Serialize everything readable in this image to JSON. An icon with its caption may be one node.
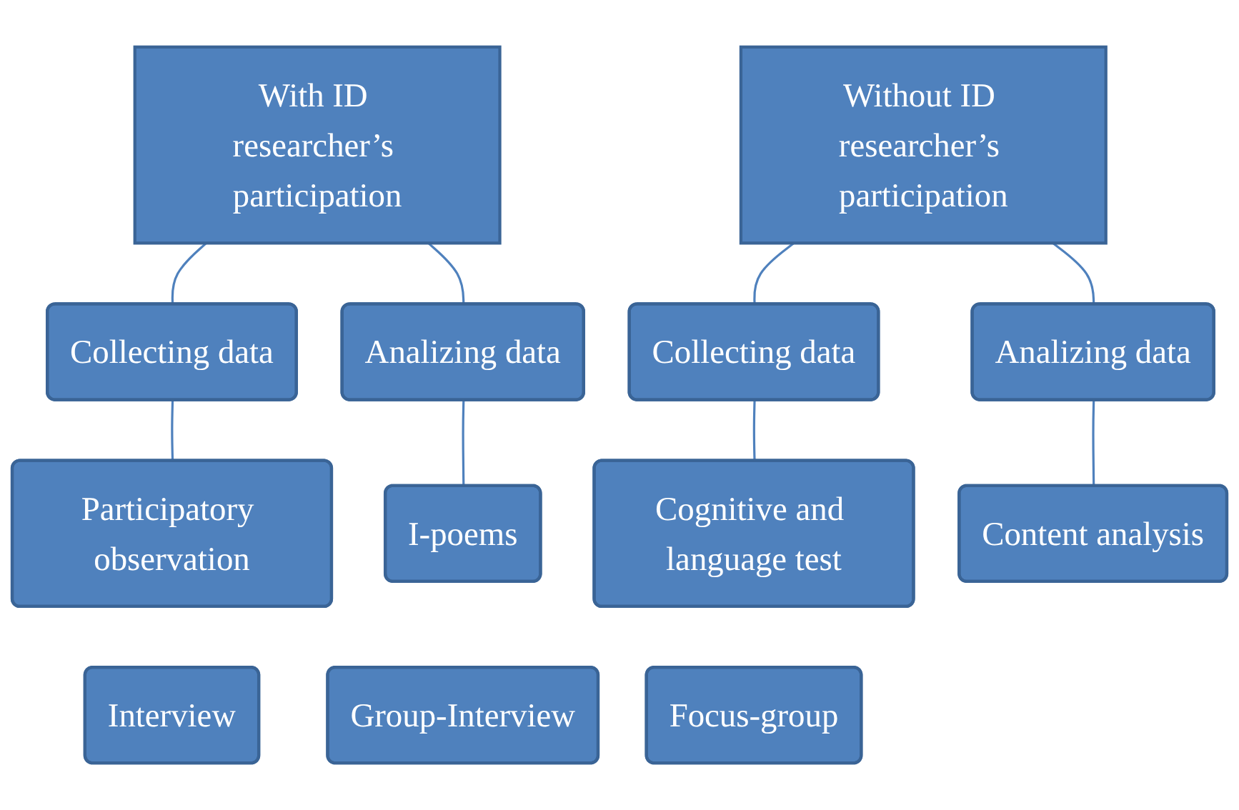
{
  "diagram": {
    "nodes": [
      {
        "text": [
          "With ID researcher’s participation"
        ]
      },
      {
        "text": [
          "Collecting data"
        ]
      },
      {
        "text": [
          "Analizing data"
        ]
      },
      {
        "text": [
          "Participatory observation"
        ]
      },
      {
        "text": [
          "I-poems"
        ]
      },
      {
        "text": [
          "Interview"
        ]
      },
      {
        "text": [
          "Group-Interview"
        ]
      },
      {
        "text": [
          "Without ID researcher’s participation"
        ]
      },
      {
        "text": [
          "Collecting data"
        ]
      },
      {
        "text": [
          "Analizing data"
        ]
      },
      {
        "text": [
          "Cognitive and language test"
        ]
      },
      {
        "text": [
          "Content analysis"
        ]
      },
      {
        "text": [
          "Focus-group"
        ]
      }
    ],
    "edges": [
      {
        "from": 0,
        "to": 1,
        "arrow": "none"
      },
      {
        "from": 0,
        "to": 2,
        "arrow": "none"
      },
      {
        "from": 1,
        "to": 3,
        "arrow": "none"
      },
      {
        "from": 2,
        "to": 4,
        "arrow": "none"
      },
      {
        "from": 7,
        "to": 8,
        "arrow": "none"
      },
      {
        "from": 7,
        "to": 9,
        "arrow": "none"
      },
      {
        "from": 8,
        "to": 10,
        "arrow": "none"
      },
      {
        "from": 9,
        "to": 11,
        "arrow": "none"
      }
    ]
  }
}
